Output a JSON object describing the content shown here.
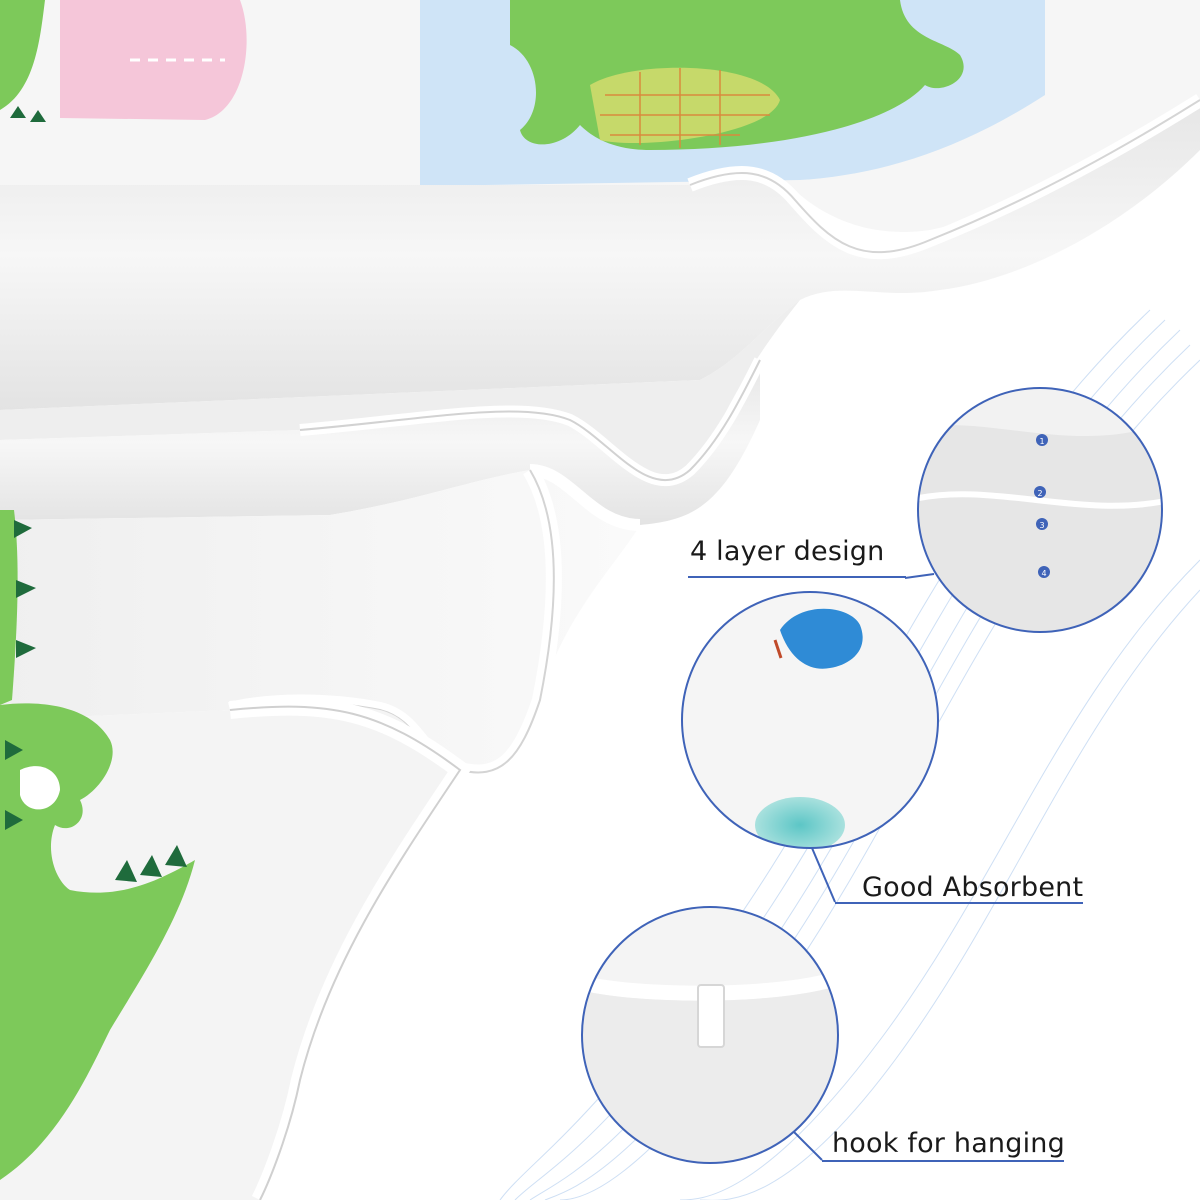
{
  "features": [
    {
      "id": "layers",
      "label": "4 layer design",
      "layer_markers": [
        "1",
        "2",
        "3",
        "4"
      ]
    },
    {
      "id": "absorbent",
      "label": "Good Absorbent"
    },
    {
      "id": "hook",
      "label": "hook for hanging"
    }
  ],
  "colors": {
    "fabric": "#f3f3f3",
    "fabric_shadow": "#d9d9d9",
    "croc_green": "#7dc95a",
    "croc_dark": "#1f6b3c",
    "pink": "#f5c6d9",
    "sky_blue": "#cfe4f7",
    "callout_line": "#3f63b8",
    "ribbon": "#c9dcf3"
  }
}
